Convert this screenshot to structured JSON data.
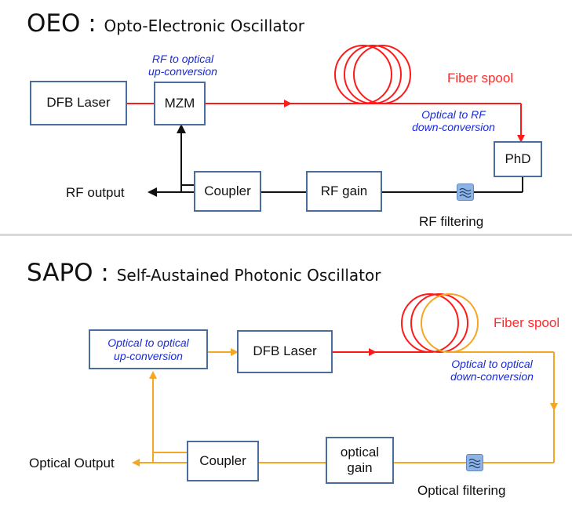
{
  "colors": {
    "red_path": "#ff1a1a",
    "orange_path": "#f5a623",
    "black_path": "#111111",
    "box_border": "#4a6d9e",
    "blue_text": "#1a2bd8",
    "filter_fill": "#8fb4e3"
  },
  "oeo": {
    "title_main": "OEO :",
    "title_sub": "Opto-Electronic Oscillator",
    "dfb_laser": "DFB Laser",
    "mzm": "MZM",
    "rf_to_optical_line1": "RF to optical",
    "rf_to_optical_line2": "up-conversion",
    "fiber_spool": "Fiber spool",
    "optical_to_rf_line1": "Optical to RF",
    "optical_to_rf_line2": "down-conversion",
    "phd": "PhD",
    "coupler": "Coupler",
    "rf_gain": "RF gain",
    "rf_output": "RF output",
    "rf_filtering": "RF filtering"
  },
  "sapo": {
    "title_main": "SAPO :",
    "title_sub": "Self-Austained Photonic Oscillator",
    "optical_to_optical_up_line1": "Optical to optical",
    "optical_to_optical_up_line2": "up-conversion",
    "dfb_laser": "DFB Laser",
    "fiber_spool": "Fiber spool",
    "optical_to_optical_down_line1": "Optical to optical",
    "optical_to_optical_down_line2": "down-conversion",
    "coupler": "Coupler",
    "optical_gain_line1": "optical",
    "optical_gain_line2": "gain",
    "optical_output": "Optical Output",
    "optical_filtering": "Optical filtering"
  }
}
